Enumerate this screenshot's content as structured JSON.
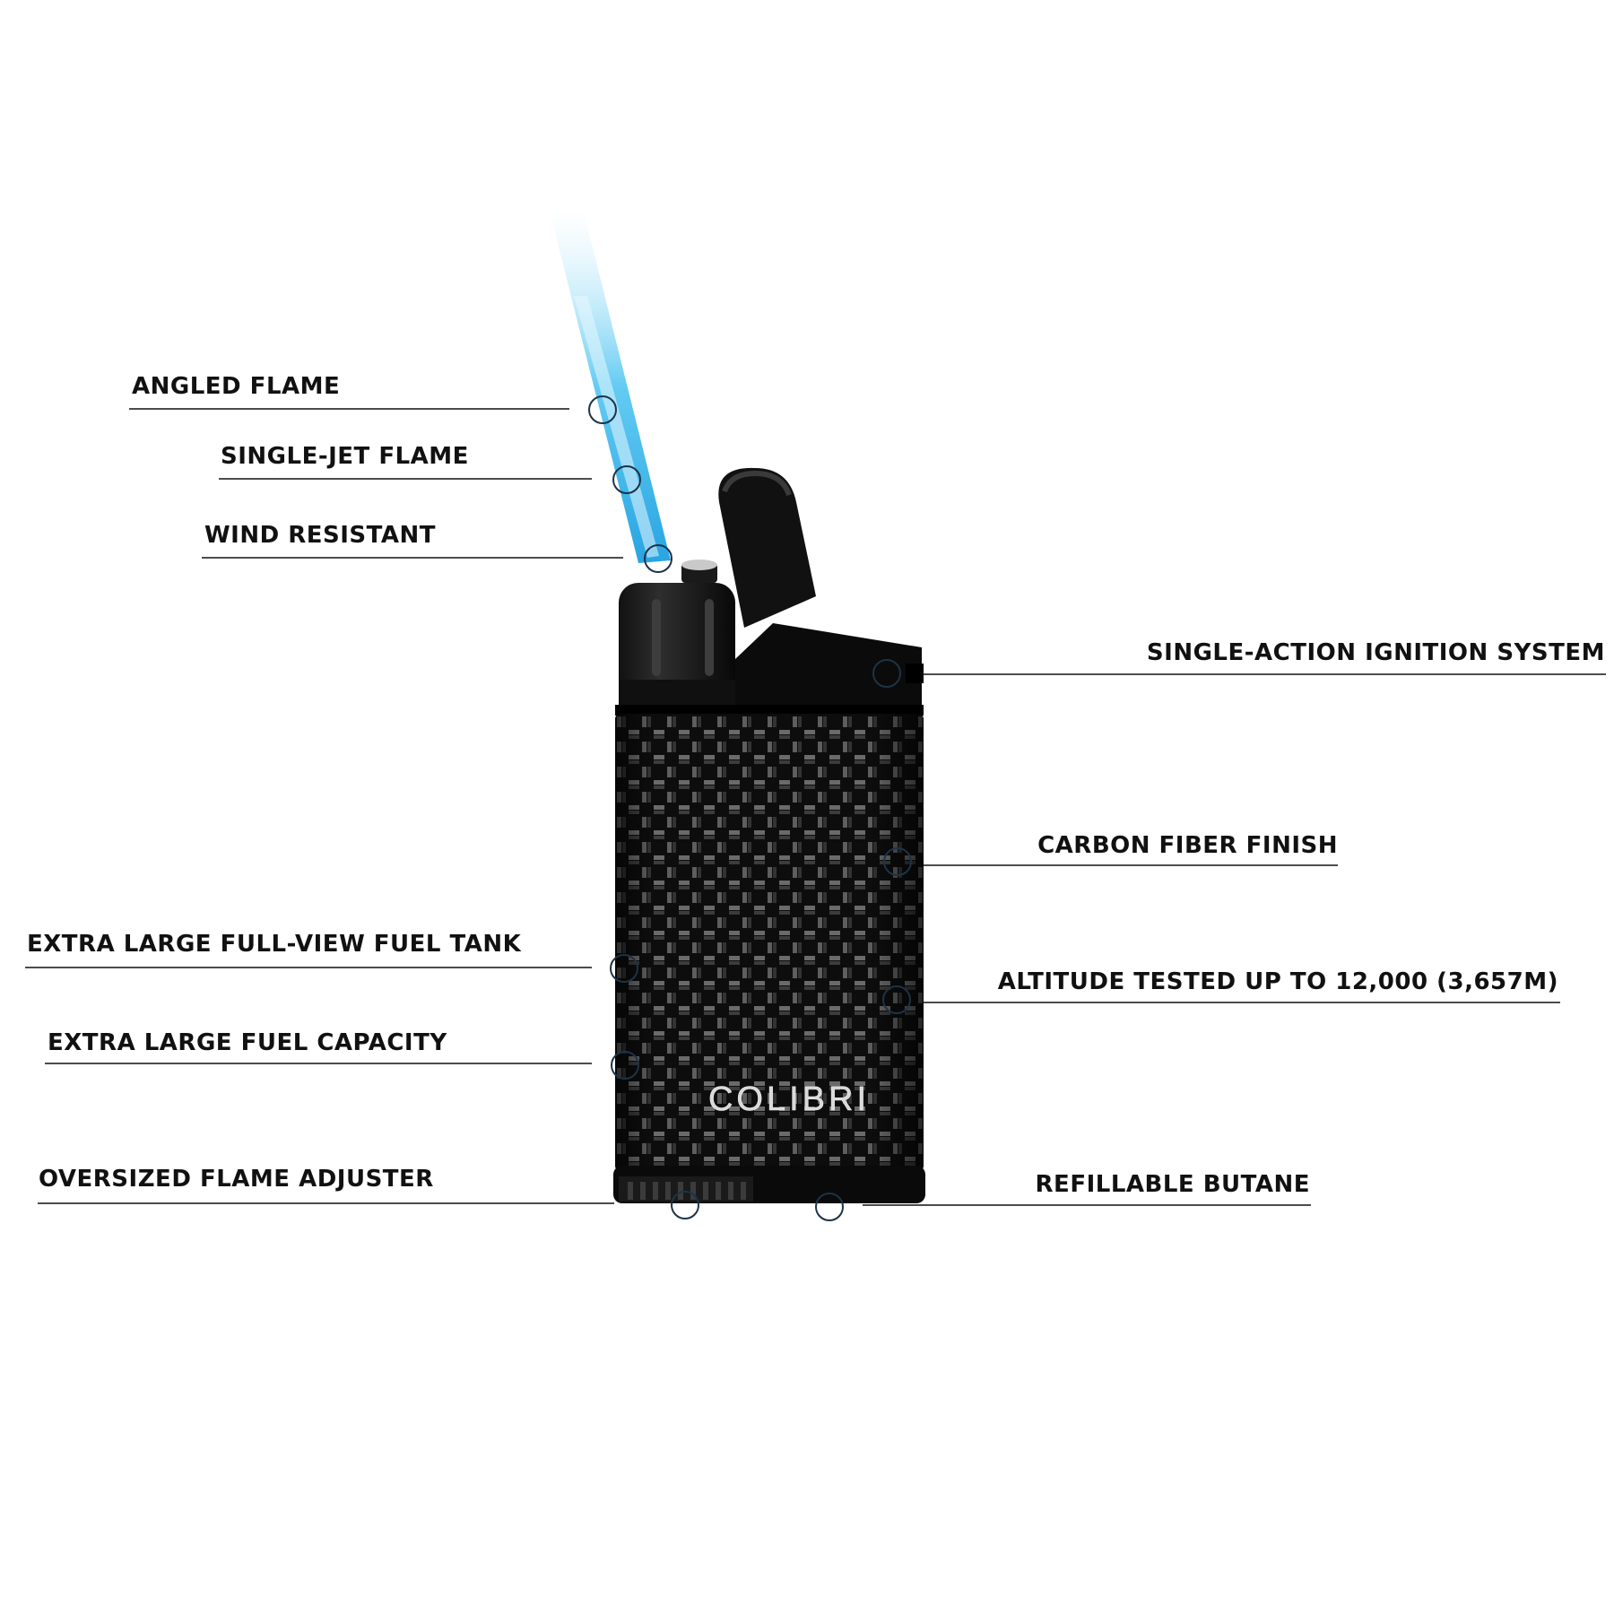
{
  "brand": "COLIBRI",
  "colors": {
    "flame": "#3fb8ec",
    "lighter_body": "#0c0c0c",
    "carbon_light": "#6e6e6e",
    "leader_line": "#111111",
    "marker": "#1d3347"
  },
  "callouts": {
    "angled_flame": "ANGLED FLAME",
    "single_jet_flame": "SINGLE-JET FLAME",
    "wind_resistant": "WIND RESISTANT",
    "single_action_ignition": "SINGLE-ACTION IGNITION SYSTEM",
    "carbon_fiber_finish": "CARBON FIBER FINISH",
    "full_view_fuel_tank": "EXTRA LARGE FULL-VIEW FUEL TANK",
    "altitude_tested": "ALTITUDE TESTED UP TO 12,000 (3,657M)",
    "fuel_capacity": "EXTRA LARGE FUEL CAPACITY",
    "flame_adjuster": "OVERSIZED FLAME ADJUSTER",
    "refillable_butane": "REFILLABLE BUTANE"
  }
}
